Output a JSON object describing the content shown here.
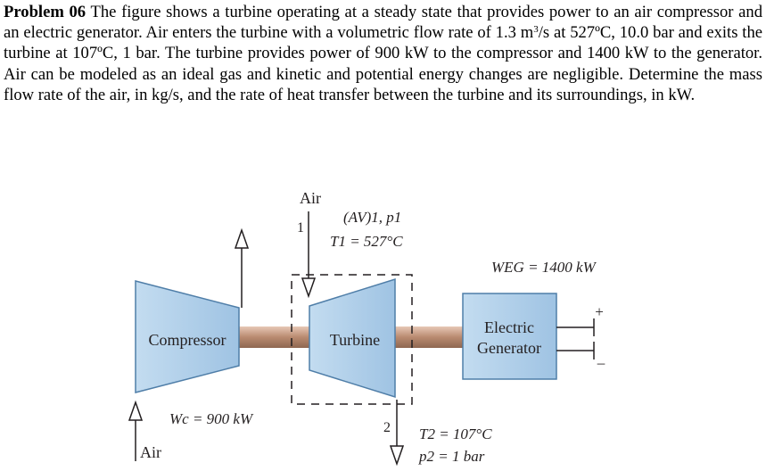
{
  "problem": {
    "number": "Problem 06",
    "text": "The figure shows a turbine operating at a steady state that provides power to an air compressor and an electric generator. Air enters the turbine with a volumetric flow rate of 1.3 m",
    "superscript": "3",
    "text_cont": "/s at 527ºC, 10.0 bar and exits the turbine at 107ºC, 1 bar. The turbine provides power of 900 kW to the compressor and 1400 kW to the generator. Air can be modeled as an ideal gas and kinetic and potential energy changes are negligible. Determine the mass flow rate of the air, in kg/s, and the rate of heat transfer between the turbine and its surroundings, in kW."
  },
  "figure": {
    "compressor_label": "Compressor",
    "turbine_label": "Turbine",
    "generator_line1": "Electric",
    "generator_line2": "Generator",
    "air_in_turbine": "Air",
    "state1": "1",
    "inlet_condition_1": "(AV)1, p1",
    "inlet_condition_2": "T1 = 527°C",
    "generator_power": "WEG = 1400 kW",
    "compressor_power": "Wc = 900 kW",
    "air_compressor": "Air",
    "state2": "2",
    "exit_condition_1": "T2 = 107°C",
    "exit_condition_2": "p2 = 1 bar",
    "plus": "+",
    "minus": "–",
    "colors": {
      "machine_fill": "#aecde8",
      "machine_stroke": "#4f7ea8",
      "shaft": "#c79a80",
      "line": "#231f20"
    }
  }
}
